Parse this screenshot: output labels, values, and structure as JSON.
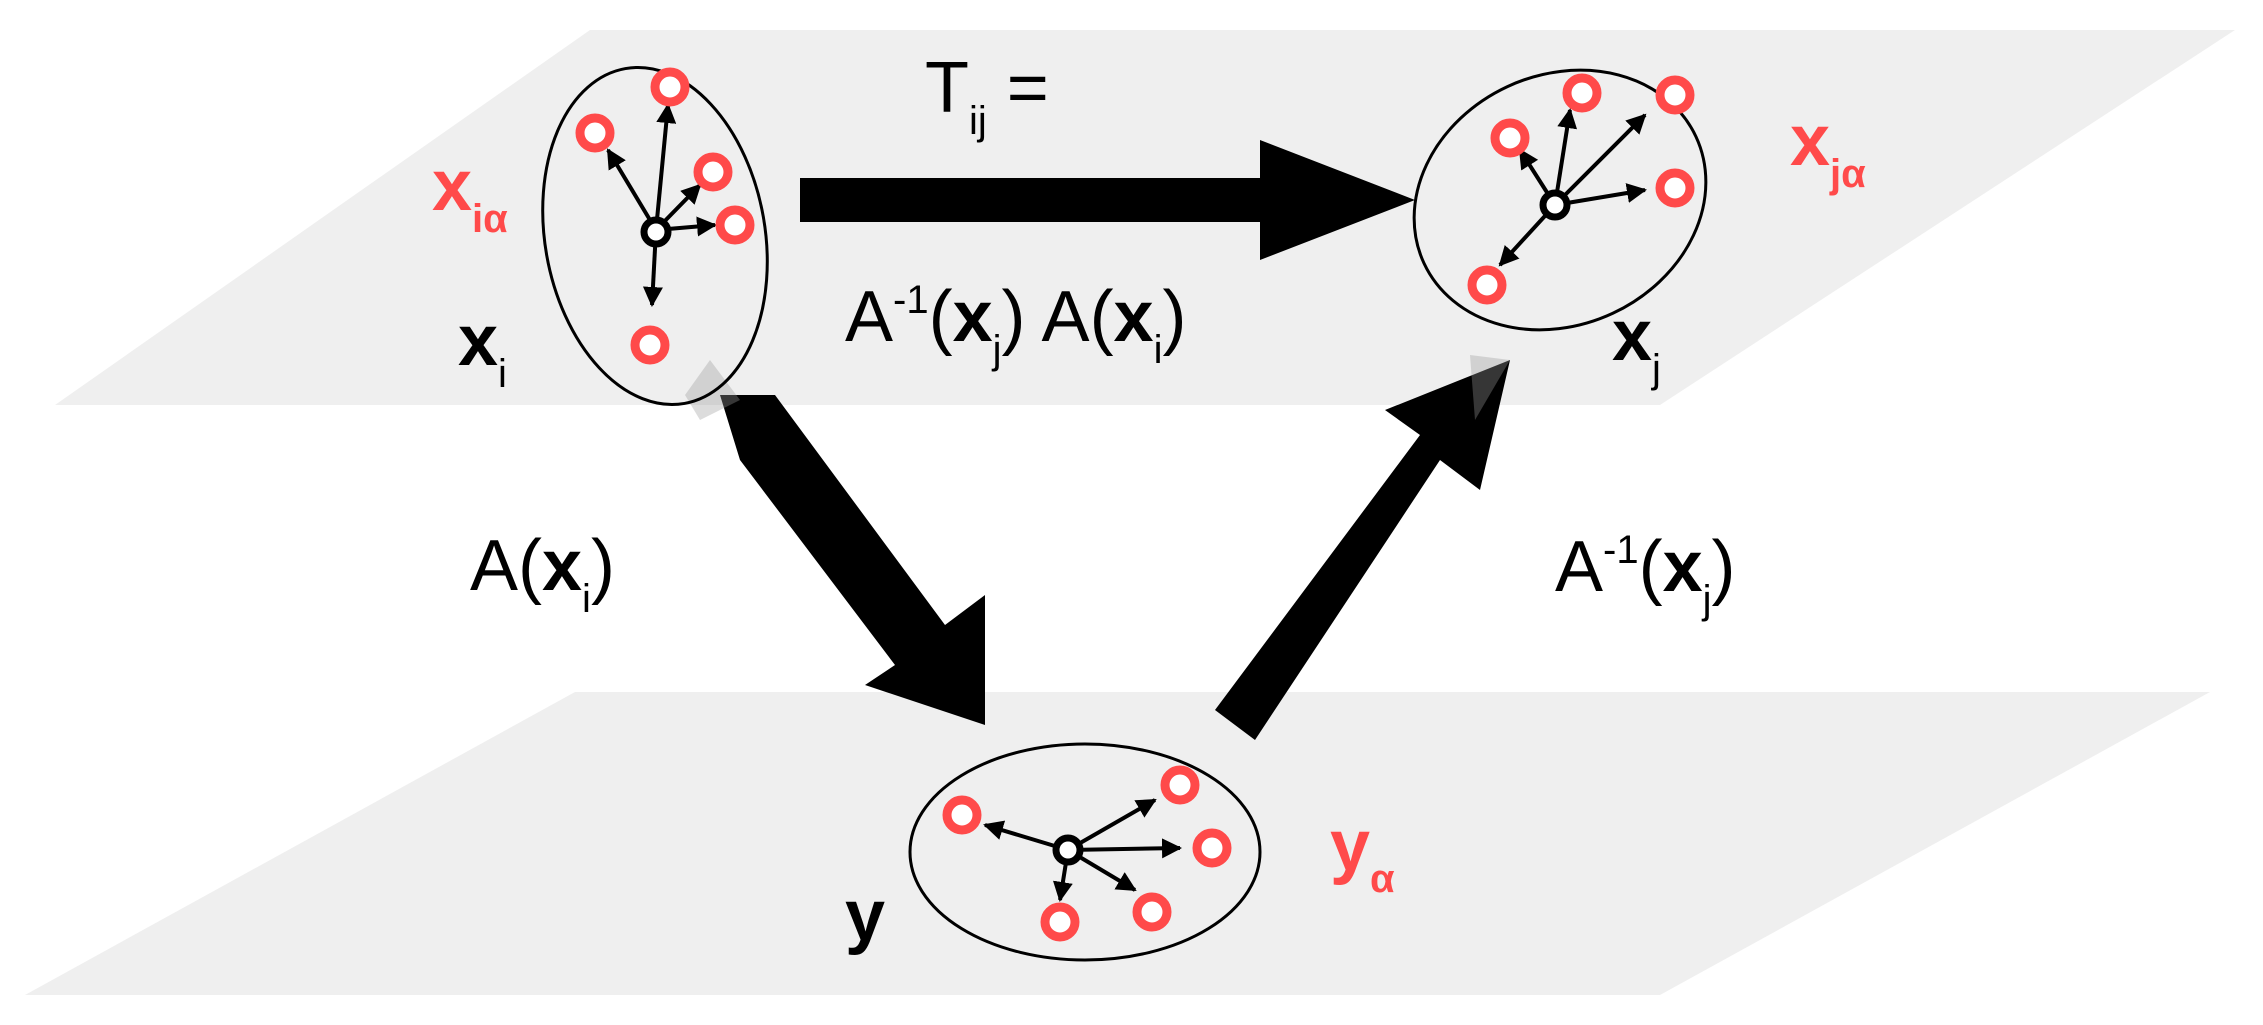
{
  "colors": {
    "plane": "#efefef",
    "point": "#ff4a4a",
    "ink": "#000000"
  },
  "top_plane": {
    "left_cluster": {
      "center_label": "x",
      "center_sub": "i",
      "points_label": "x",
      "points_sub": "iα"
    },
    "right_cluster": {
      "center_label": "x",
      "center_sub": "j",
      "points_label": "x",
      "points_sub": "jα"
    },
    "transform": {
      "lhs": "T",
      "lhs_sub": "ij",
      "equals": "=",
      "rhs_a1": "A",
      "rhs_a1_sup": "-1",
      "rhs_a1_open": "(",
      "rhs_a1_x": "x",
      "rhs_a1_sub": "j",
      "rhs_a1_close": ")",
      "rhs_a2": "A(",
      "rhs_a2_x": "x",
      "rhs_a2_sub": "i",
      "rhs_a2_close": ")"
    }
  },
  "bottom_plane": {
    "cluster": {
      "center_label": "y",
      "points_label": "y",
      "points_sub": "α"
    }
  },
  "down_arrow": {
    "a": "A(",
    "x": "x",
    "sub": "i",
    "close": ")"
  },
  "up_arrow": {
    "a": "A",
    "sup": "-1",
    "open": "(",
    "x": "x",
    "sub": "j",
    "close": ")"
  }
}
